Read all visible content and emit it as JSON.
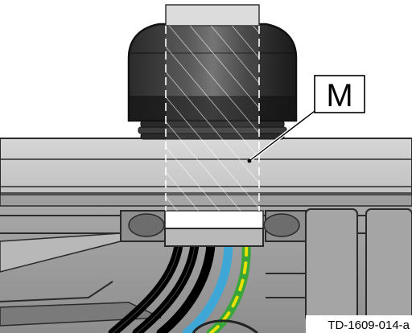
{
  "diagram": {
    "callout_label": "M",
    "document_id": "TD-1609-014-a"
  },
  "colors": {
    "housing_light": "#cfcfcf",
    "housing_mid": "#b5b5b5",
    "housing_dark": "#8c8c8c",
    "outline": "#2a2a2a",
    "nut_black": "#1c1c1c",
    "wire_black": "#000000",
    "wire_blue": "#3fa7d6",
    "wire_yellow": "#e8e000",
    "wire_green": "#3aa63a",
    "hatch": "#ffffff"
  },
  "wires": [
    "black",
    "black",
    "black",
    "blue",
    "green-yellow"
  ]
}
